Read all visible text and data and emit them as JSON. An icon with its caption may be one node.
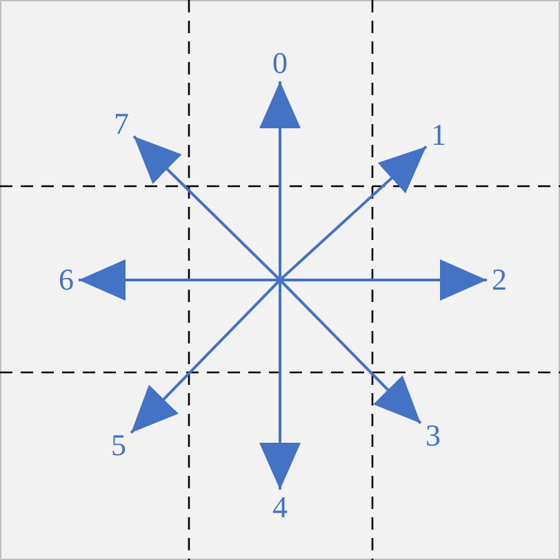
{
  "diagram": {
    "nodes": [
      {
        "text": [
          "0"
        ]
      },
      {
        "text": [
          "7"
        ]
      },
      {
        "text": [
          "1"
        ]
      },
      {
        "text": [
          "6"
        ]
      },
      {
        "text": [
          "2"
        ]
      },
      {
        "text": [
          "5"
        ]
      },
      {
        "text": [
          "3"
        ]
      },
      {
        "text": [
          "4"
        ]
      }
    ],
    "edges": [
      {
        "from": null,
        "to": 0,
        "arrow": "to"
      },
      {
        "from": null,
        "to": 2,
        "arrow": "to"
      },
      {
        "from": null,
        "to": 4,
        "arrow": "to"
      },
      {
        "from": null,
        "to": 6,
        "arrow": "to"
      },
      {
        "from": null,
        "to": 7,
        "arrow": "to"
      },
      {
        "from": null,
        "to": 5,
        "arrow": "to"
      },
      {
        "from": null,
        "to": 3,
        "arrow": "to"
      },
      {
        "from": null,
        "to": 1,
        "arrow": "to"
      }
    ]
  }
}
